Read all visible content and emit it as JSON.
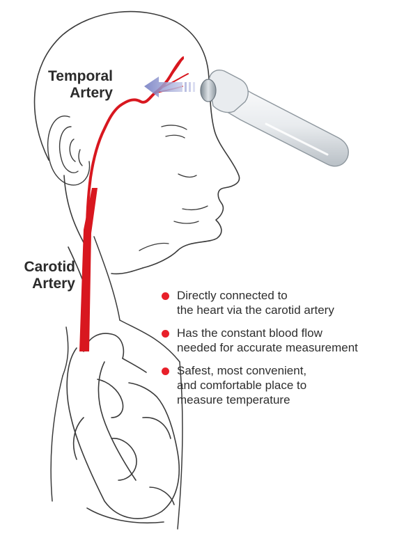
{
  "labels": {
    "temporal": [
      "Temporal",
      "Artery"
    ],
    "carotid": [
      "Carotid",
      "Artery"
    ]
  },
  "bullets": [
    "Directly connected to\nthe heart via the carotid artery",
    "Has the constant blood flow\nneeded for accurate measurement",
    "Safest, most convenient,\nand comfortable place to\nmeasure temperature"
  ],
  "colors": {
    "artery": "#d8171f",
    "bullet": "#e8202a",
    "line_art": "#3a3a3a",
    "arrow": "#7e86c6",
    "device": "#e4e8ec"
  },
  "icons": {
    "thermometer": "temporal-thermometer-icon",
    "arrow": "scan-direction-arrow-icon"
  }
}
